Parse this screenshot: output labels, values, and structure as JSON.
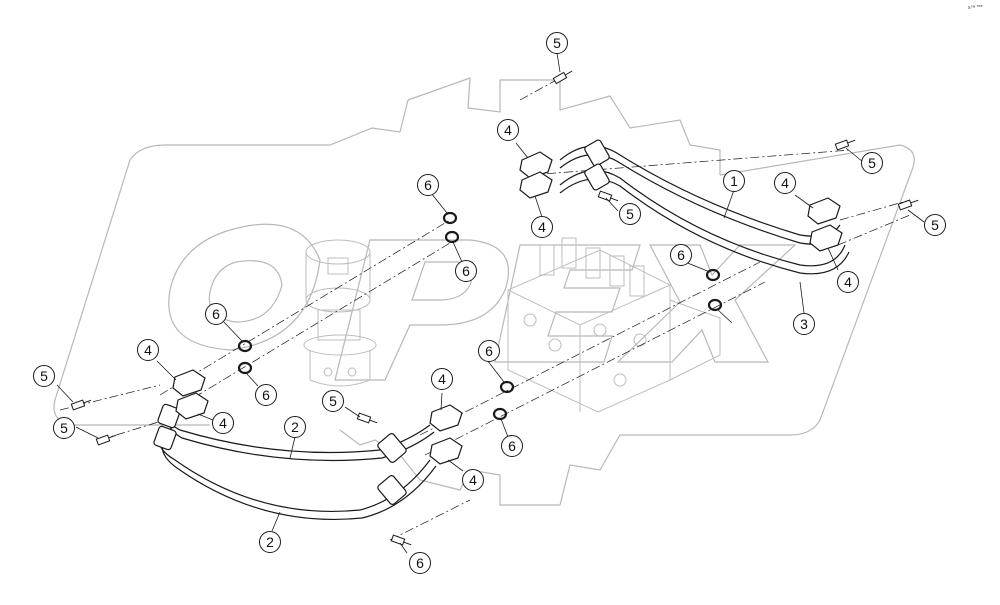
{
  "colors": {
    "background": "#ffffff",
    "line": "#1a1a1a",
    "watermark": "#b8b8b8",
    "component": "#bdbdbd"
  },
  "watermark": {
    "text": "OPEX"
  },
  "corner_mark": {
    "text": "s™ ***"
  },
  "callouts": [
    {
      "label": "1"
    },
    {
      "label": "2"
    },
    {
      "label": "2"
    },
    {
      "label": "3"
    },
    {
      "label": "4"
    },
    {
      "label": "4"
    },
    {
      "label": "4"
    },
    {
      "label": "4"
    },
    {
      "label": "4"
    },
    {
      "label": "4"
    },
    {
      "label": "4"
    },
    {
      "label": "4"
    },
    {
      "label": "5"
    },
    {
      "label": "5"
    },
    {
      "label": "5"
    },
    {
      "label": "5"
    },
    {
      "label": "5"
    },
    {
      "label": "5"
    },
    {
      "label": "5"
    },
    {
      "label": "6"
    },
    {
      "label": "6"
    },
    {
      "label": "6"
    },
    {
      "label": "6"
    },
    {
      "label": "6"
    },
    {
      "label": "6"
    },
    {
      "label": "6"
    },
    {
      "label": "6"
    }
  ]
}
